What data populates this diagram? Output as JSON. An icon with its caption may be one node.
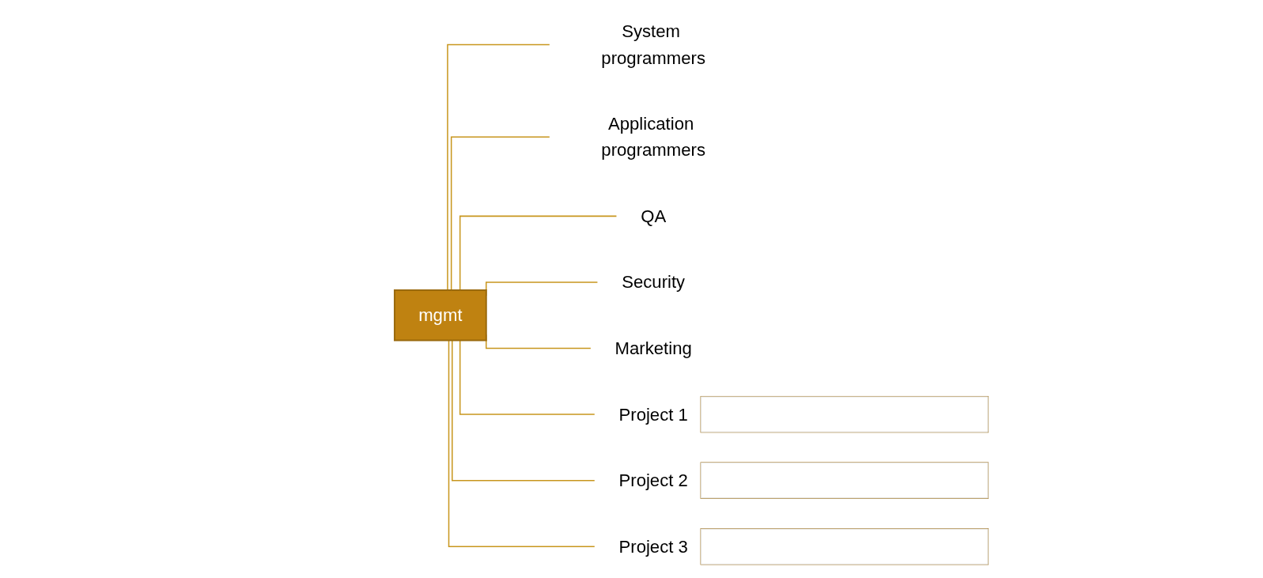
{
  "diagram": {
    "nodes": [
      {
        "text": [
          "mgmt"
        ]
      },
      {
        "text": [
          "System programmers"
        ]
      },
      {
        "text": [
          "Application programmers"
        ]
      },
      {
        "text": [
          "QA"
        ]
      },
      {
        "text": [
          "Security"
        ]
      },
      {
        "text": [
          "Marketing"
        ]
      },
      {
        "text": [
          "Project 1"
        ]
      },
      {
        "text": [
          "Project 2"
        ]
      },
      {
        "text": [
          "Project 3"
        ]
      },
      {
        "text": [],
        "shape": "bar"
      },
      {
        "text": [],
        "shape": "bar"
      },
      {
        "text": [],
        "shape": "bar"
      }
    ],
    "edges": [
      {
        "from": 0,
        "to": 1,
        "arrow": "none"
      },
      {
        "from": 0,
        "to": 2,
        "arrow": "none"
      },
      {
        "from": 0,
        "to": 3,
        "arrow": "none"
      },
      {
        "from": 0,
        "to": 4,
        "arrow": "none"
      },
      {
        "from": 0,
        "to": 5,
        "arrow": "none"
      },
      {
        "from": 0,
        "to": 6,
        "arrow": "none"
      },
      {
        "from": 0,
        "to": 7,
        "arrow": "none"
      },
      {
        "from": 0,
        "to": 8,
        "arrow": "none"
      }
    ]
  }
}
